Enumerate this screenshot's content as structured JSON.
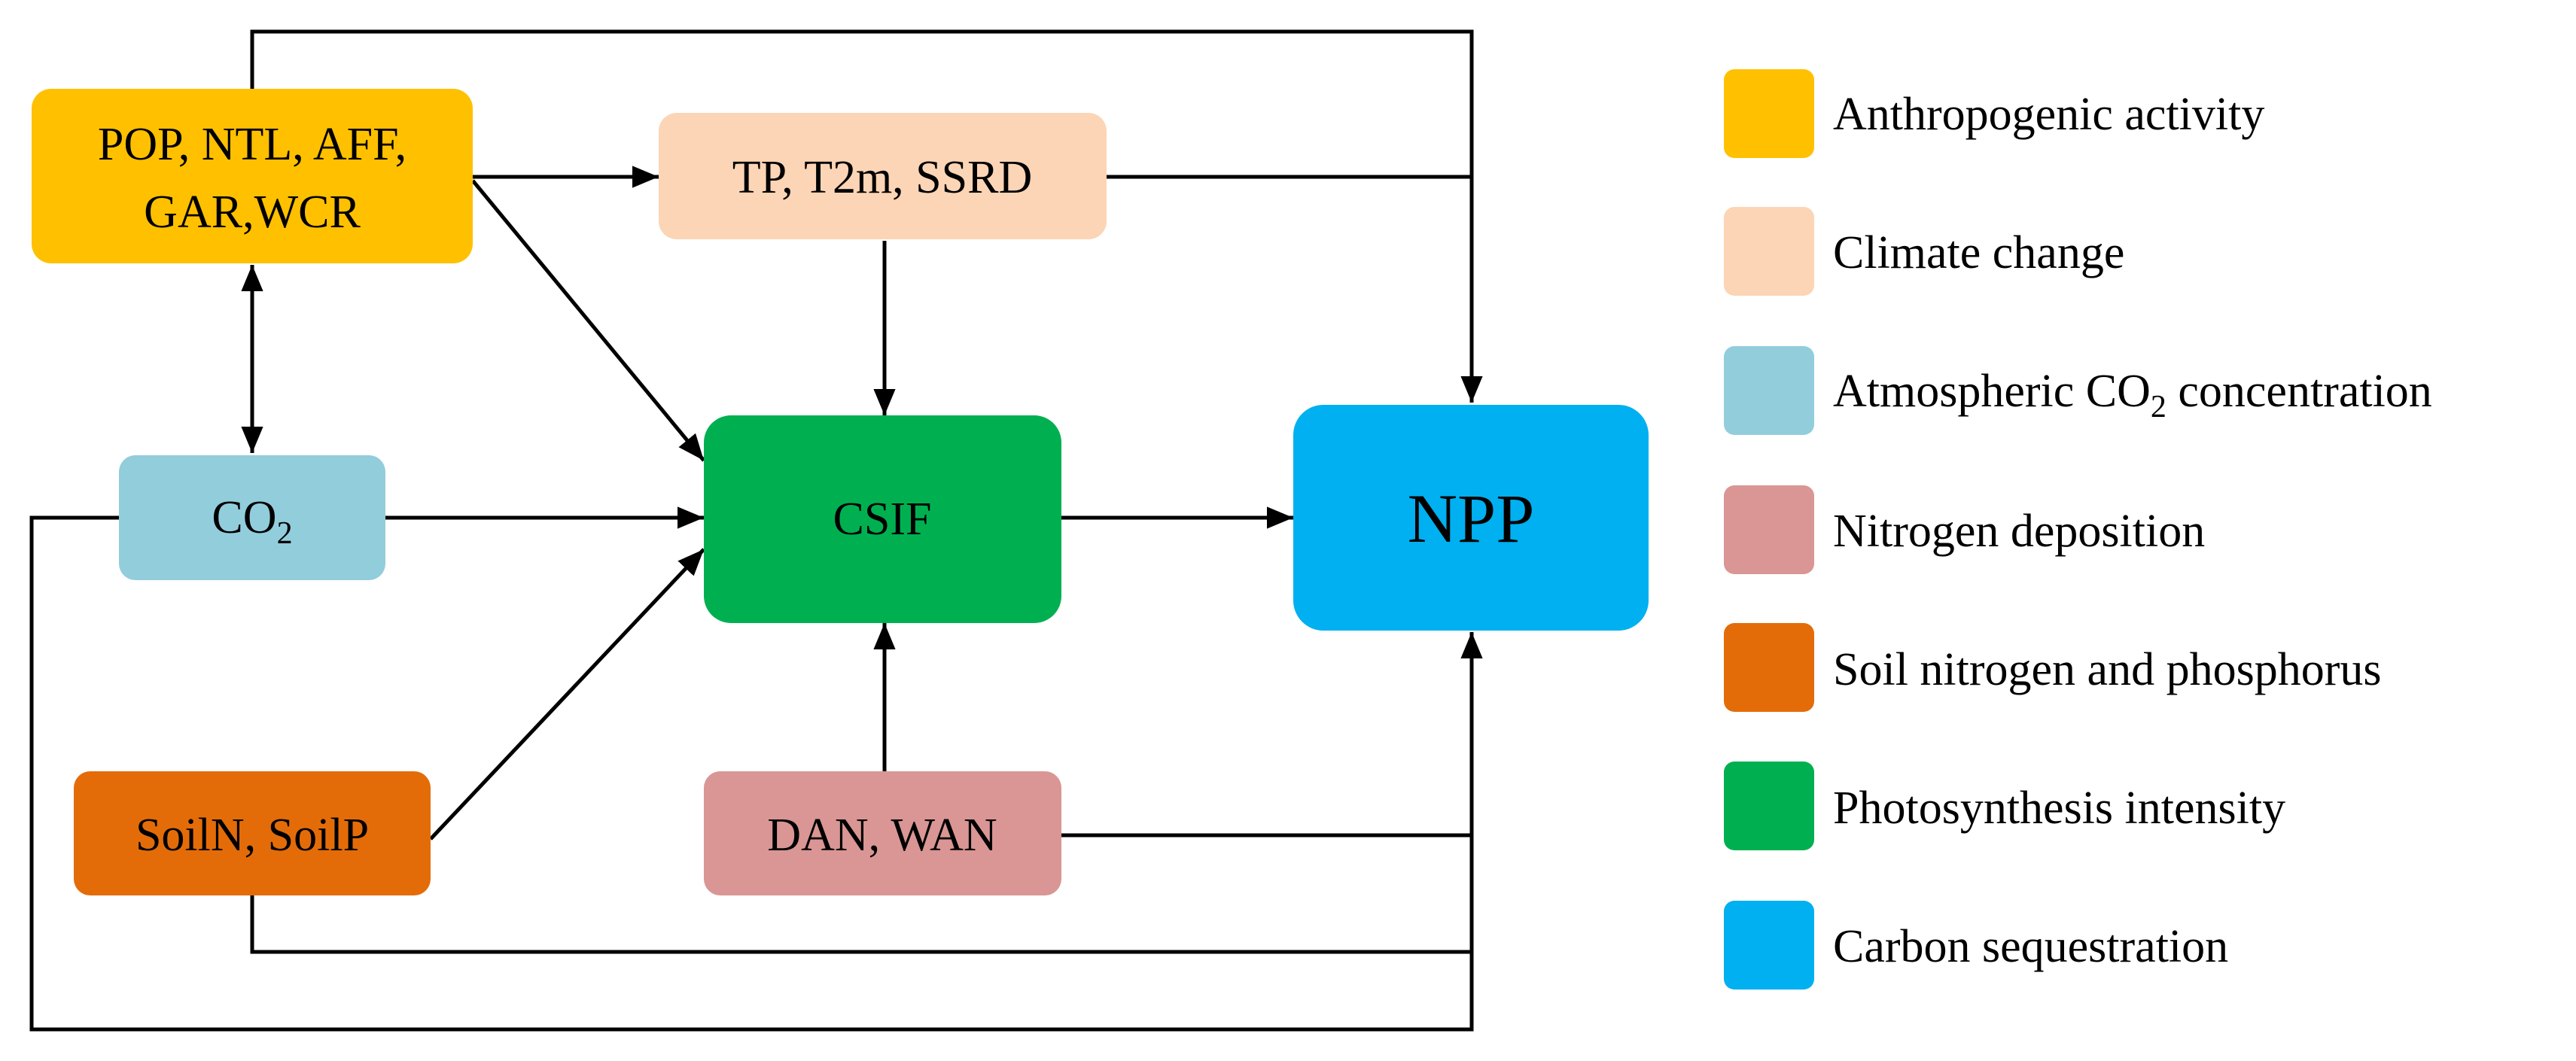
{
  "nodes": {
    "anthropogenic": {
      "lines": [
        "POP, NTL, AFF,",
        "GAR,WCR"
      ],
      "color": "#FFC000"
    },
    "climate": {
      "label": "TP, T2m, SSRD",
      "color": "#FBD5B5"
    },
    "co2": {
      "label": "CO",
      "sub": "2",
      "color": "#92CDDC"
    },
    "csif": {
      "label": "CSIF",
      "color": "#00B050"
    },
    "npp": {
      "label": "NPP",
      "color": "#00B0F0"
    },
    "soil": {
      "label": "SoilN, SoilP",
      "color": "#E36C09"
    },
    "nitrogen": {
      "label": "DAN, WAN",
      "color": "#D99694"
    }
  },
  "legend": [
    {
      "label": "Anthropogenic activity",
      "color": "#FFC000"
    },
    {
      "label": "Climate change",
      "color": "#FBD5B5"
    },
    {
      "label": "Atmospheric CO",
      "sub": "2",
      "suffix": " concentration",
      "color": "#92CDDC"
    },
    {
      "label": "Nitrogen deposition",
      "color": "#D99694"
    },
    {
      "label": "Soil nitrogen and phosphorus",
      "color": "#E36C09"
    },
    {
      "label": "Photosynthesis intensity",
      "color": "#00B050"
    },
    {
      "label": "Carbon sequestration",
      "color": "#00B0F0"
    }
  ]
}
